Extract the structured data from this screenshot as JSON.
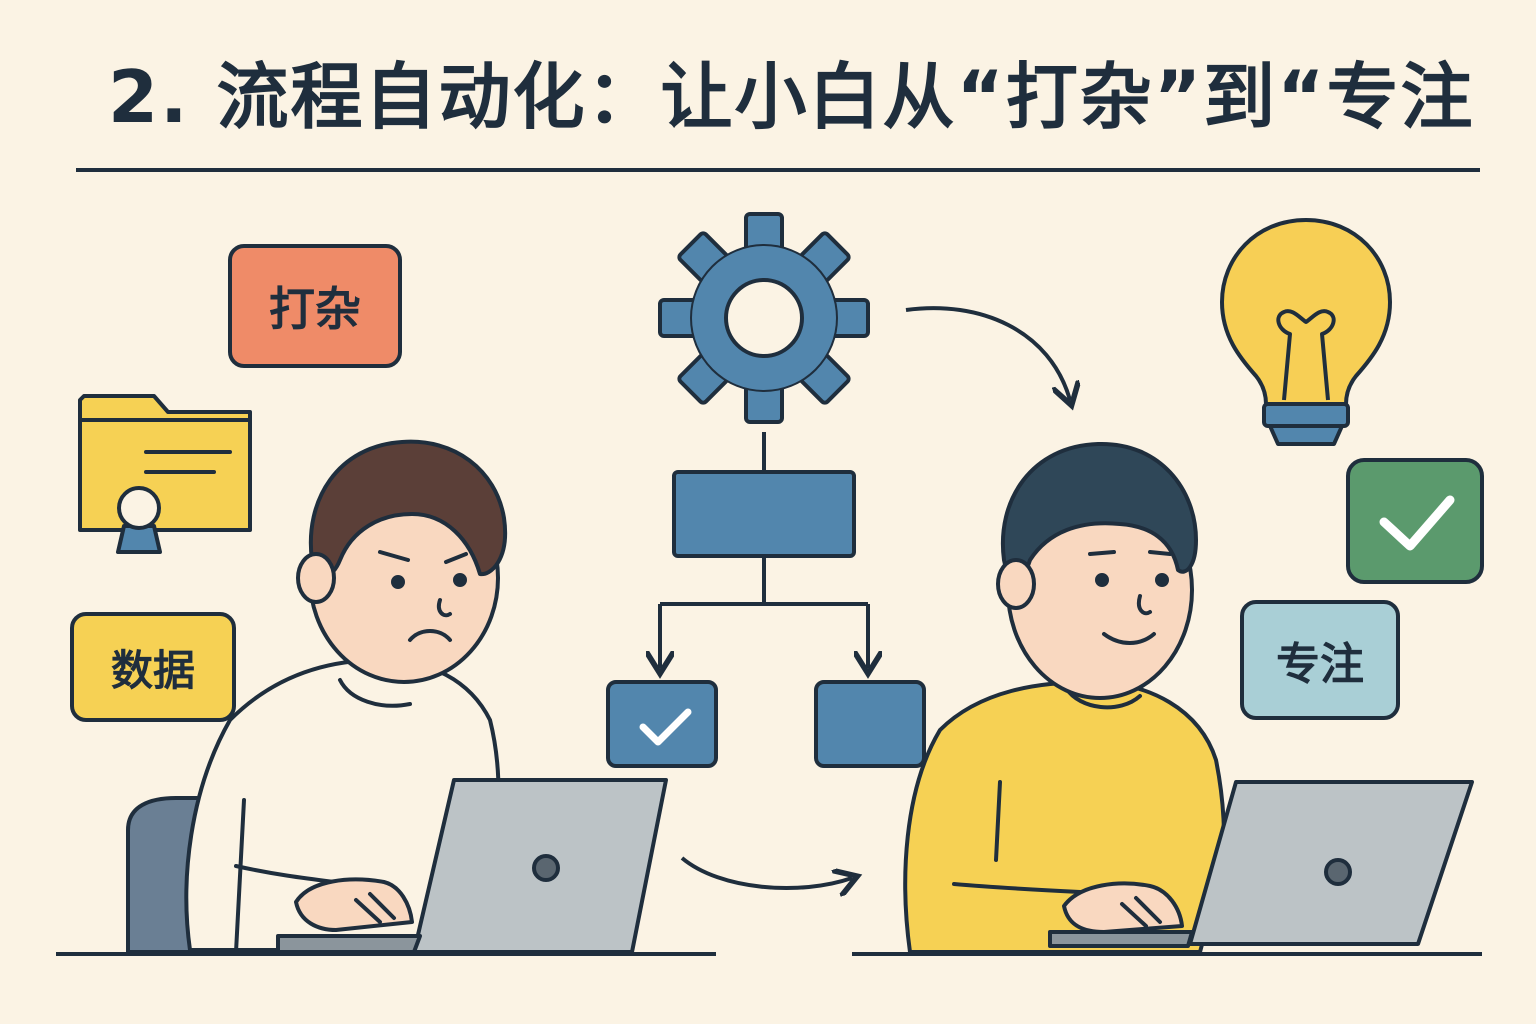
{
  "header": {
    "title": "2. 流程自动化：让小白从“打杂”到“专注"
  },
  "tags": {
    "odd_jobs": "打杂",
    "data": "数据",
    "focus": "专注"
  },
  "colors": {
    "background": "#fbf3e4",
    "outline": "#1f2e3d",
    "odd_jobs_tag": "#ef8b68",
    "data_tag": "#f6d154",
    "focus_tag": "#a9cfd6",
    "gear_blue": "#5286ad",
    "bulb_yellow": "#f7cf55",
    "check_green": "#5b9a6d",
    "folder_yellow": "#f6d154",
    "laptop_gray": "#bcc3c6",
    "stressed_shirt": "#fbf3e4",
    "focused_shirt": "#f6d154",
    "skin": "#f9d8c0"
  },
  "icons": [
    "gear-icon",
    "flowchart-icon",
    "lightbulb-icon",
    "check-icon",
    "folder-icon",
    "certificate-icon",
    "laptop-icon",
    "arrow-icon"
  ]
}
